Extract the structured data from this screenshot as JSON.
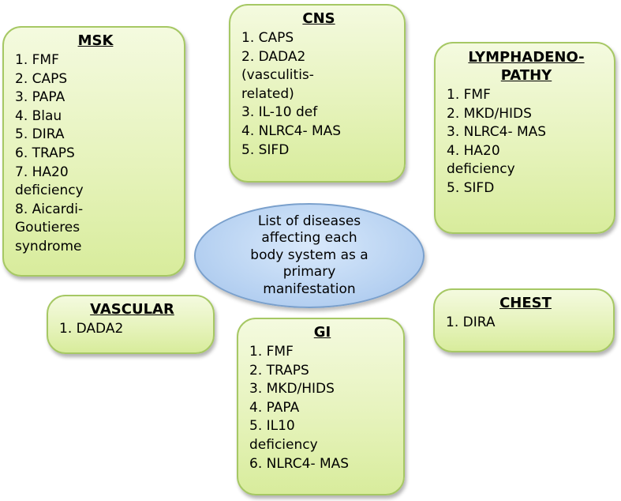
{
  "center": {
    "text": "List of diseases\naffecting each\nbody system as a\nprimary\nmanifestation"
  },
  "boxes": {
    "msk": {
      "title": "MSK",
      "items": [
        "1. FMF",
        "2. CAPS",
        "3. PAPA",
        "4. Blau",
        "5. DIRA",
        "6. TRAPS",
        "7. HA20\ndeficiency",
        "8. Aicardi-\nGoutieres\nsyndrome"
      ]
    },
    "cns": {
      "title": "CNS",
      "items": [
        "1. CAPS",
        "2. DADA2\n(vasculitis-\nrelated)",
        "3. IL-10 def",
        "4. NLRC4- MAS",
        "5. SIFD"
      ]
    },
    "lymph": {
      "title": "LYMPHADENO-\nPATHY",
      "items": [
        "1. FMF",
        "2. MKD/HIDS",
        "3. NLRC4- MAS",
        "4. HA20\ndeficiency",
        "5. SIFD"
      ]
    },
    "vascular": {
      "title": "VASCULAR",
      "items": [
        "1. DADA2"
      ]
    },
    "chest": {
      "title": "CHEST",
      "items": [
        "1. DIRA"
      ]
    },
    "gi": {
      "title": "GI",
      "items": [
        "1. FMF",
        "2. TRAPS",
        "3. MKD/HIDS",
        "4. PAPA",
        "5. IL10\ndeficiency",
        "6. NLRC4- MAS"
      ]
    }
  }
}
